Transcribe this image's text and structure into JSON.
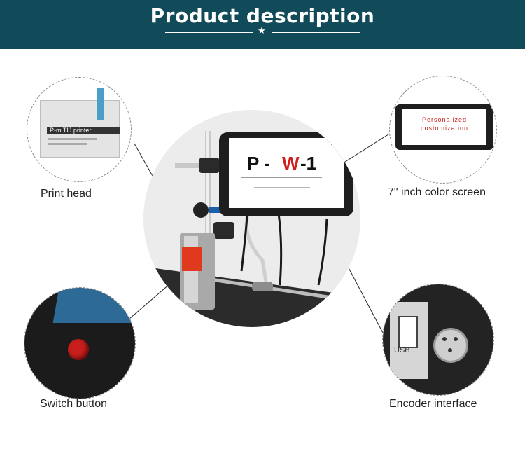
{
  "header": {
    "title": "Product description",
    "bg_color": "#114a58"
  },
  "labels": {
    "print_head": "Print head",
    "color_screen": "7\" inch color screen",
    "switch_button": "Switch button",
    "encoder_interface": "Encoder interface"
  },
  "print_head_detail": {
    "brand_prefix": "P-m",
    "product": "TIJ printer"
  },
  "screen_detail": {
    "line1": "Personalized",
    "line2": "customization"
  },
  "main_screen": {
    "title_left": "P -",
    "title_mid": "W",
    "title_right": "-1"
  },
  "encoder_detail": {
    "port_label": "USB"
  },
  "icons": [
    "star-icon",
    "rocker-switch-icon",
    "usb-port-icon",
    "connector-icon"
  ]
}
